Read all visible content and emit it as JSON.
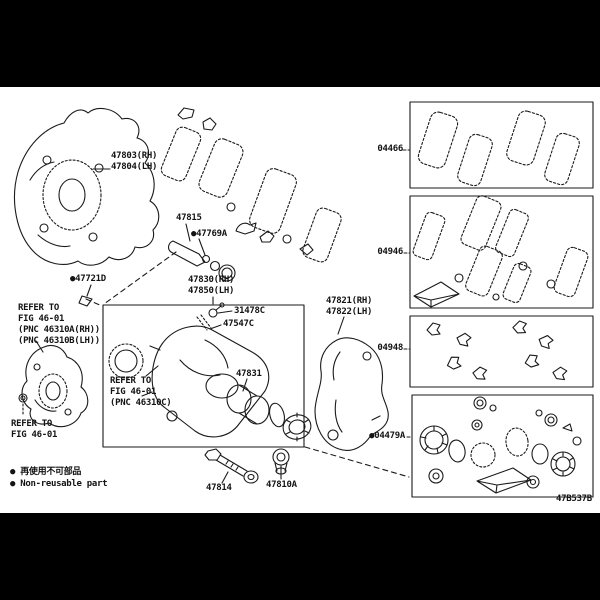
{
  "diagram": {
    "figure_code": "47B537B",
    "legend": {
      "non_reusable_jp": "● 再使用不可部品",
      "non_reusable_en": "● Non-reusable part"
    },
    "callouts": {
      "dust_cover": "47803(RH)\n47804(LH)",
      "slide_pin": "47815",
      "pin_boot": "●47769A",
      "mount_bolt": "●47721D",
      "caliper_assy": "47830(RH)\n47850(LH)",
      "bleeder_plug": "31478C",
      "slide_bush": "47547C",
      "piston": "47831",
      "mounting_bracket": "47821(RH)\n47822(LH)",
      "caliper_bolt": "47814",
      "union_bolt": "47810A"
    },
    "notes": {
      "refer_knuckle": "REFER TO\nFIG 46-01\n(PNC 46310A(RH))\n(PNC 46310B(LH))",
      "refer_caliper": "REFER TO\nFIG 46-01\n(PNC 46310C)",
      "refer_hub": "REFER TO\nFIG 46-01"
    },
    "kits": [
      {
        "label": "04466"
      },
      {
        "label": "04946"
      },
      {
        "label": "04948"
      },
      {
        "label": "●04479A"
      }
    ],
    "colors": {
      "ink": "#1a1a1a",
      "paper": "#ffffff",
      "matte": "#000000"
    }
  }
}
